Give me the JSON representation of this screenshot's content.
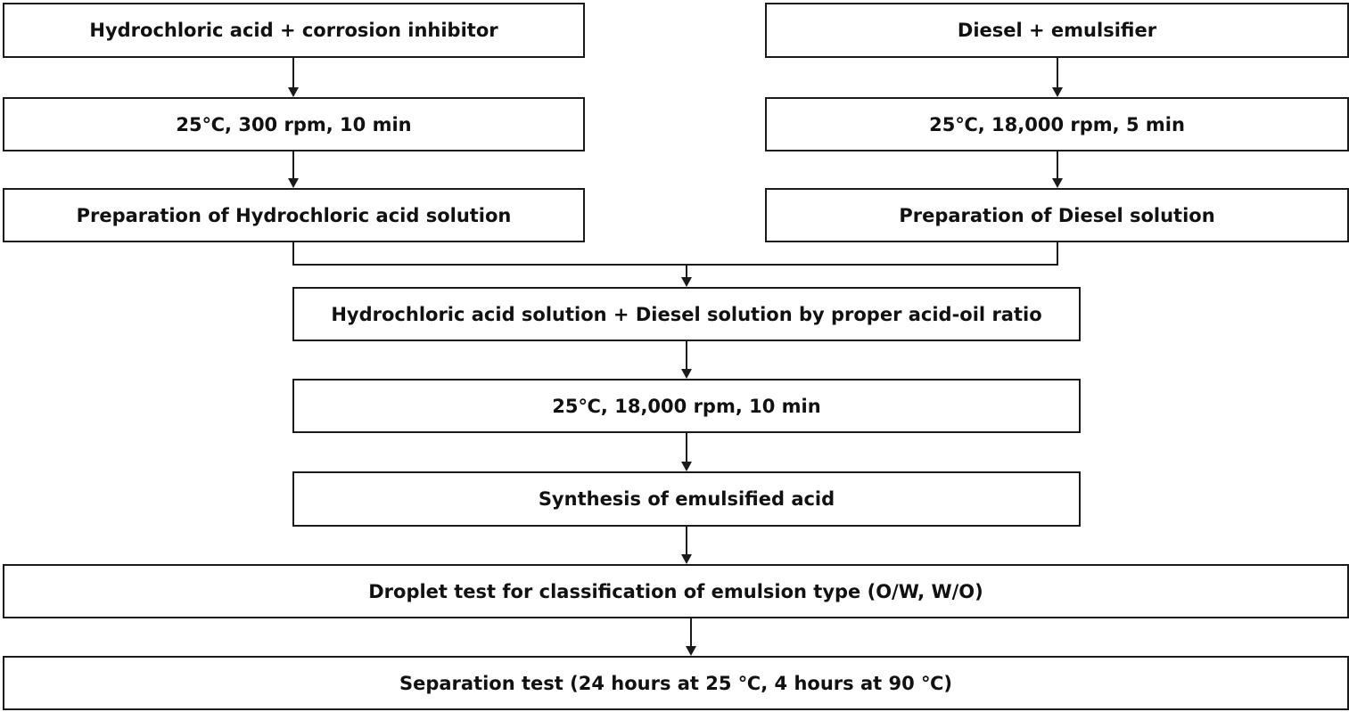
{
  "steps": {
    "hcl_inputs": "Hydrochloric acid + corrosion inhibitor",
    "hcl_mixing": "25℃, 300 rpm, 10 min",
    "hcl_preparation": "Preparation of Hydrochloric acid solution",
    "diesel_inputs": "Diesel + emulsifier",
    "diesel_mixing": "25℃, 18,000 rpm, 5 min",
    "diesel_preparation": "Preparation of Diesel solution",
    "combine": "Hydrochloric acid solution + Diesel solution by proper acid-oil ratio",
    "combine_mixing": "25℃, 18,000 rpm, 10 min",
    "synthesis": "Synthesis of emulsified acid",
    "droplet_test": "Droplet test for classification of emulsion type (O/W, W/O)",
    "separation_test": "Separation test (24 hours at 25 ℃, 4 hours at 90 ℃)"
  },
  "colors": {
    "border": "#1a1a1a",
    "text": "#111111",
    "background": "#ffffff"
  }
}
